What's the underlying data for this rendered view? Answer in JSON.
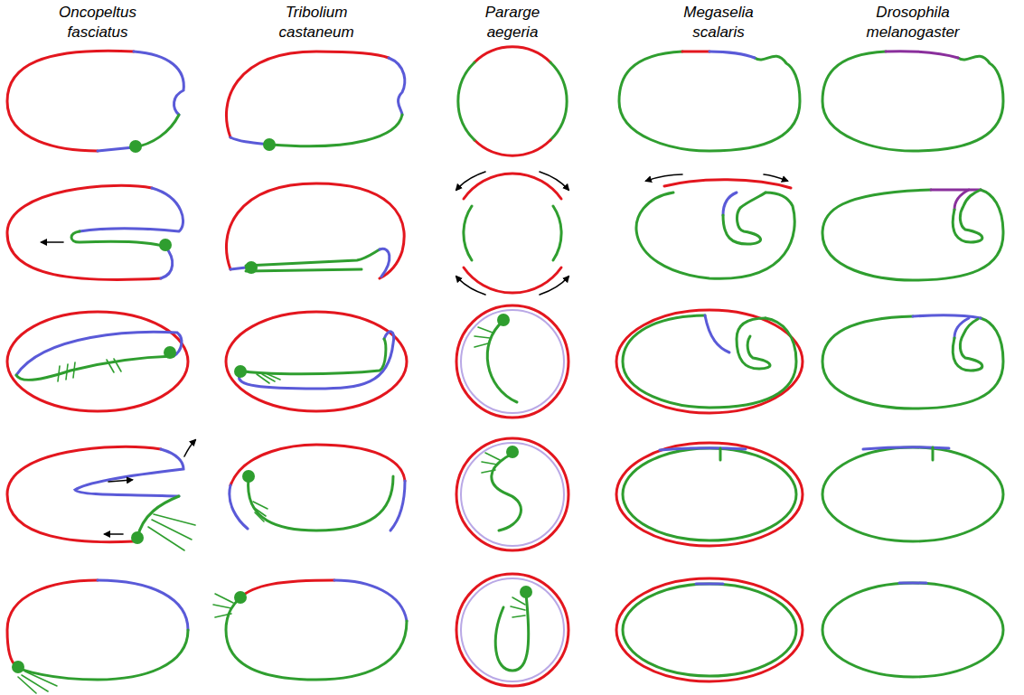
{
  "diagram": {
    "labels": [
      "Oncopeltus fasciatus",
      "Tribolium castaneum",
      "Pararge aegeria",
      "Megaselia scalaris",
      "Drosophila melanogaster"
    ]
  }
}
